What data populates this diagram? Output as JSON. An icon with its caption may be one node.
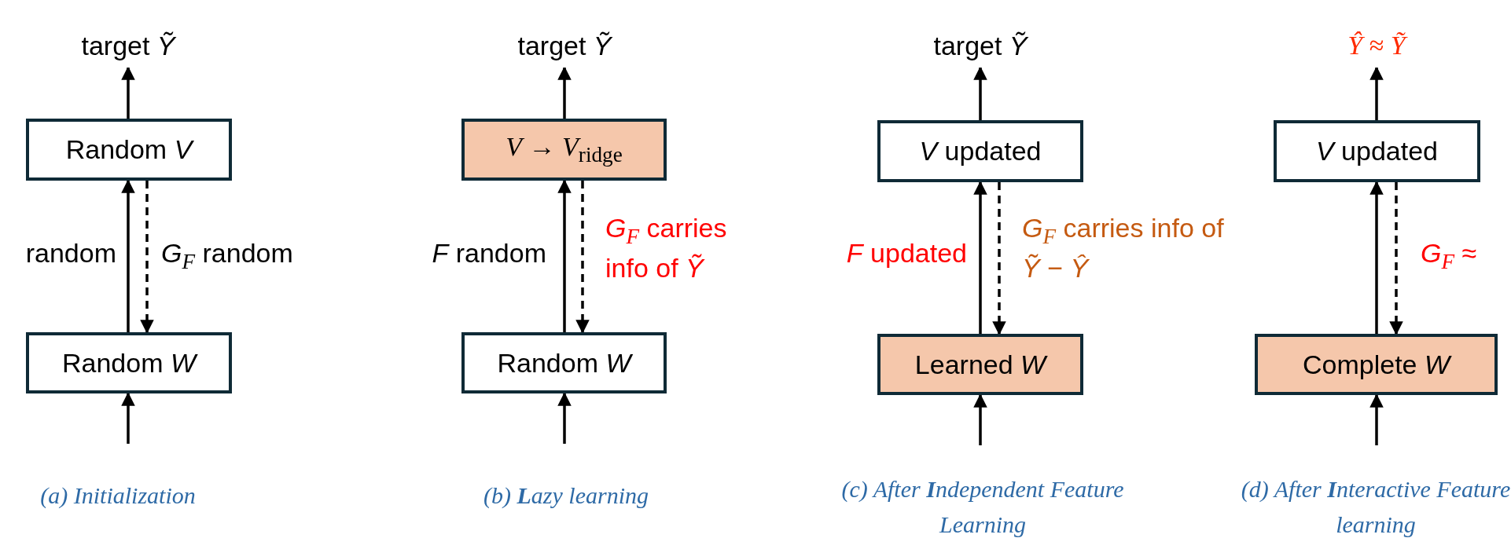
{
  "diagram": {
    "nodes": [
      {
        "text": [
          "target *Ỹ*"
        ]
      },
      {
        "text": [
          "Random *V*"
        ]
      },
      {
        "text": [
          "Random *W*"
        ]
      },
      {
        "text": [
          "target *Ỹ*"
        ]
      },
      {
        "text": [
          "*V* → *V*$_{ridge}$"
        ]
      },
      {
        "text": [
          "Random *W*"
        ]
      },
      {
        "text": [
          "target *Ỹ*"
        ]
      },
      {
        "text": [
          "*V* updated"
        ]
      },
      {
        "text": [
          "Learned *W*"
        ]
      },
      {
        "text": [
          "*Ŷ* ≈ *Ỹ*"
        ]
      },
      {
        "text": [
          "*V* updated"
        ]
      },
      {
        "text": [
          "Complete *W*"
        ]
      }
    ],
    "edges": [
      {
        "from": 1,
        "to": 0,
        "arrow": "to"
      },
      {
        "from": 2,
        "to": 1,
        "arrow": "to",
        "label": "random"
      },
      {
        "from": 1,
        "to": 2,
        "arrow": "to",
        "style": "dashed",
        "label": "*G*$_{F}$ random"
      },
      {
        "from": null,
        "to": 2,
        "arrow": "to"
      },
      {
        "from": 4,
        "to": 3,
        "arrow": "to"
      },
      {
        "from": 5,
        "to": 4,
        "arrow": "to",
        "label": "*F* random"
      },
      {
        "from": 4,
        "to": 5,
        "arrow": "to",
        "style": "dashed",
        "label": "*G*$_{F}$ carries info of *Ỹ*"
      },
      {
        "from": null,
        "to": 5,
        "arrow": "to"
      },
      {
        "from": 7,
        "to": 6,
        "arrow": "to"
      },
      {
        "from": 8,
        "to": 7,
        "arrow": "to",
        "label": "*F* updated"
      },
      {
        "from": 7,
        "to": 8,
        "arrow": "to",
        "style": "dashed",
        "label": "*G*$_{F}$ carries info of *Ỹ* − *Ŷ*"
      },
      {
        "from": null,
        "to": 8,
        "arrow": "to"
      },
      {
        "from": 10,
        "to": 9,
        "arrow": "to"
      },
      {
        "from": 11,
        "to": 10,
        "arrow": "to"
      },
      {
        "from": 10,
        "to": 11,
        "arrow": "to",
        "style": "dashed",
        "label": "*G*$_{F}$ ≈"
      },
      {
        "from": null,
        "to": 11,
        "arrow": "to"
      }
    ],
    "labels": [
      "(a) Initialization",
      "(b) **L**azy learning",
      "(c) After **I**ndependent Feature Learning",
      "(d) After **I**nteractive Feature learning"
    ]
  }
}
